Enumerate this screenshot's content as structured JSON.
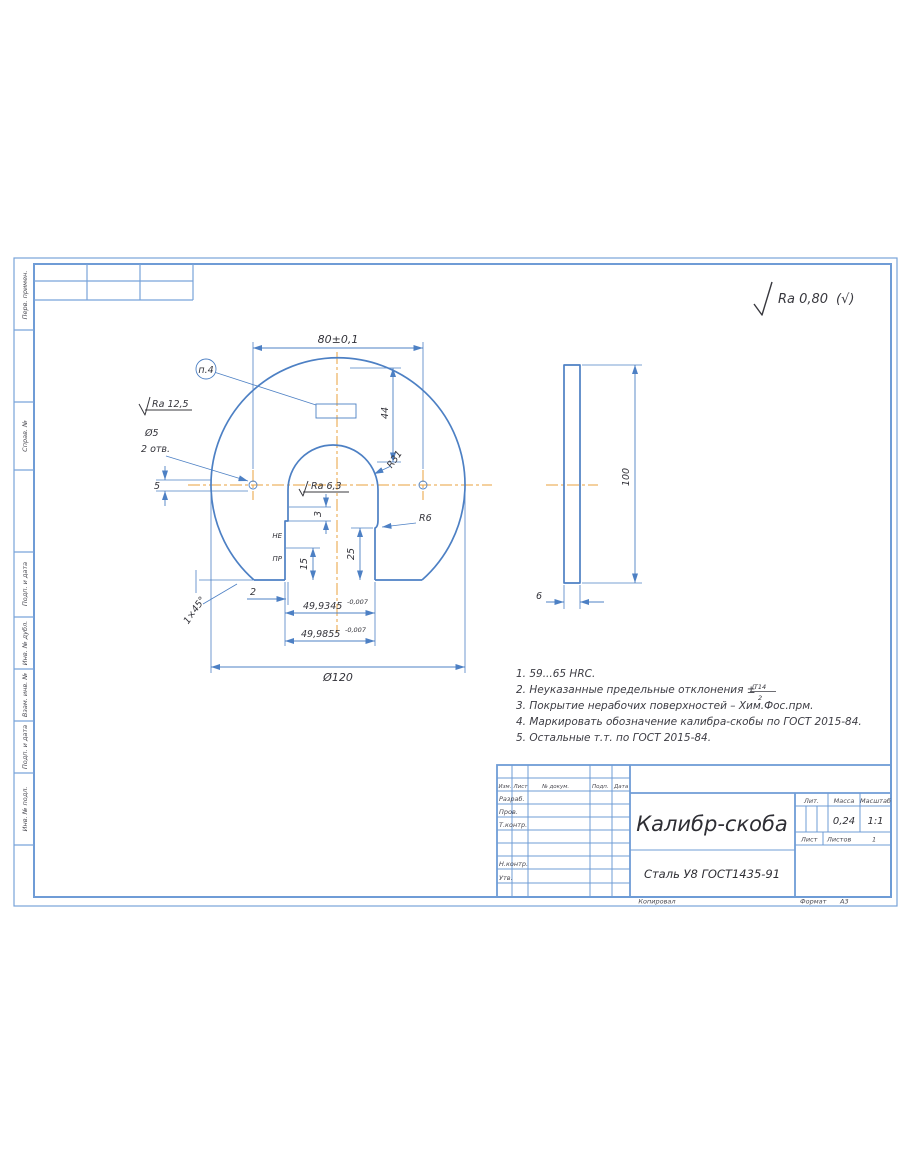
{
  "page": {
    "background": "#ffffff",
    "frame_color": "#6f9cd6",
    "line_color": "#4d80c4",
    "centerline_color": "#e8a23c",
    "text_color": "#33333a"
  },
  "general_roughness": {
    "value": "Ra 0,80",
    "others": "(√)"
  },
  "margin_labels": [
    "Перв. примен.",
    "Справ. №",
    "Подп. и дата",
    "Инв. № дубл.",
    "Взам. инв. №",
    "Подп. и дата",
    "Инв. № подл."
  ],
  "front_view": {
    "balloon": "п.4",
    "dim_span": "80±0,1",
    "dim_44": "44",
    "ra_125": "Ra 12,5",
    "hole_dia": "Ø5",
    "hole_count": "2 отв.",
    "dim_5": "5",
    "ra_63": "Ra 6,3",
    "r31": "R31",
    "r6": "R6",
    "ne": "НЕ",
    "pr": "ПР",
    "dim_3": "3",
    "dim_15": "15",
    "dim_25": "25",
    "dim_2": "2",
    "chamfer": "1×45°",
    "jaw_ne": {
      "value": "49,9345",
      "tol": "-0,007"
    },
    "jaw_pr": {
      "value": "49,9855",
      "tol": "-0,007"
    },
    "outer_dia": "Ø120"
  },
  "side_view": {
    "dim_100": "100",
    "dim_6": "6"
  },
  "notes": [
    "1. 59...65 HRC.",
    "2. Неуказанные предельные отклонения ±",
    "3. Покрытие нерабочих поверхностей – Хим.Фос.прм.",
    "4. Маркировать обозначение калибра-скобы по ГОСТ 2015-84.",
    "5. Остальные т.т. по ГОСТ 2015-84."
  ],
  "note2_fraction": {
    "num": "IT14",
    "den": "2"
  },
  "title_block": {
    "name": "Калибр-скоба",
    "material": "Сталь У8 ГОСТ1435-91",
    "col_izm": "Изм.",
    "col_list": "Лист",
    "col_dokum": "№ докум.",
    "col_podp": "Подп.",
    "col_data": "Дата",
    "row_razrab": "Разраб.",
    "row_prov": "Пров.",
    "row_tkontr": "Т.контр.",
    "row_nkontr": "Н.контр.",
    "row_utv": "Утв.",
    "lit_label": "Лит.",
    "mass_label": "Масса",
    "scale_label": "Масштаб",
    "mass_value": "0,24",
    "scale_value": "1:1",
    "sheet_label": "Лист",
    "sheets_label": "Листов",
    "sheets_value": "1",
    "kopiroval": "Копировал",
    "format_label": "Формат",
    "format_value": "А3"
  }
}
